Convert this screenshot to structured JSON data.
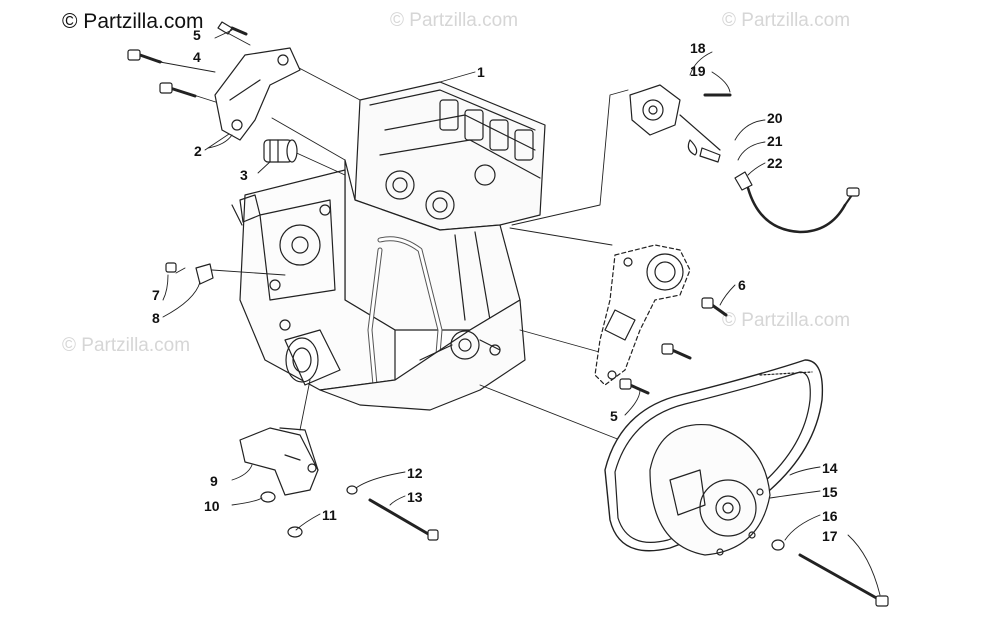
{
  "watermark": {
    "main": "© Partzilla.com",
    "faded": "© Partzilla.com"
  },
  "callouts": [
    "1",
    "2",
    "3",
    "4",
    "5",
    "6",
    "7",
    "8",
    "9",
    "10",
    "11",
    "12",
    "13",
    "14",
    "15",
    "16",
    "17",
    "18",
    "19",
    "20",
    "21",
    "22",
    "5"
  ],
  "colors": {
    "line": "#222222",
    "watermark": "#d6d6d6"
  }
}
